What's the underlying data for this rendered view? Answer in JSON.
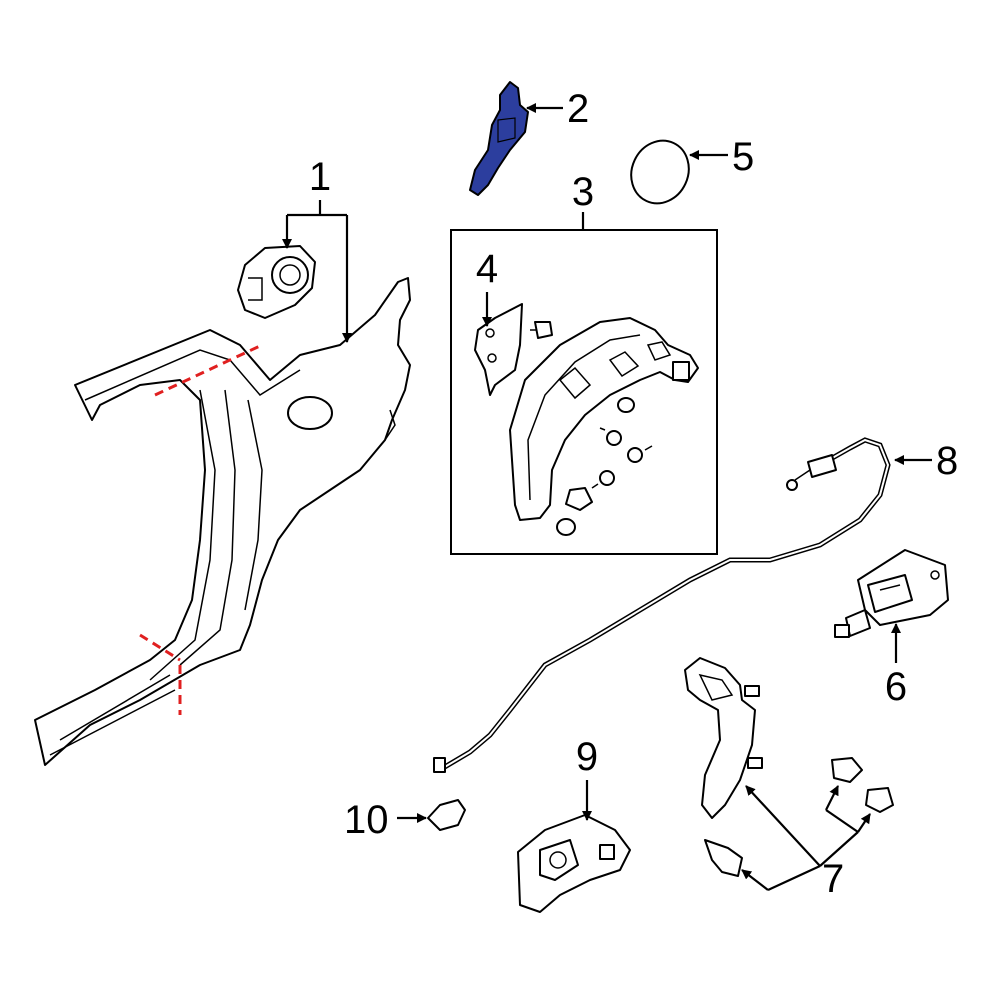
{
  "diagram": {
    "highlight_color": "#2c3e9e",
    "cut_line_color": "#e02020",
    "callouts": [
      {
        "id": "1",
        "label": "1"
      },
      {
        "id": "2",
        "label": "2"
      },
      {
        "id": "3",
        "label": "3"
      },
      {
        "id": "4",
        "label": "4"
      },
      {
        "id": "5",
        "label": "5"
      },
      {
        "id": "6",
        "label": "6"
      },
      {
        "id": "7",
        "label": "7"
      },
      {
        "id": "8",
        "label": "8"
      },
      {
        "id": "9",
        "label": "9"
      },
      {
        "id": "10",
        "label": "10"
      }
    ]
  }
}
